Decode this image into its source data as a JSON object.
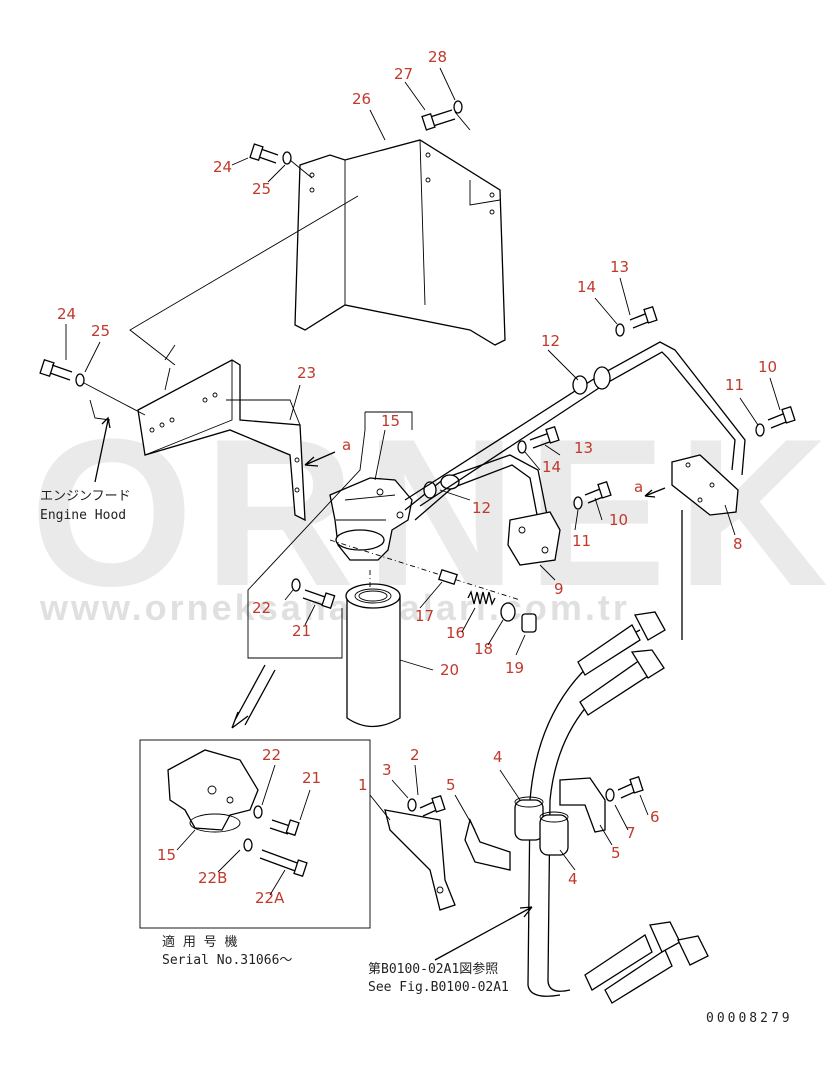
{
  "labels": {
    "p1": "1",
    "p2": "2",
    "p3": "3",
    "p4a": "4",
    "p4b": "4",
    "p5a": "5",
    "p5b": "5",
    "p6": "6",
    "p7": "7",
    "p8": "8",
    "p9": "9",
    "p10a": "10",
    "p10b": "10",
    "p11a": "11",
    "p11b": "11",
    "p12a": "12",
    "p12b": "12",
    "p13a": "13",
    "p13b": "13",
    "p14a": "14",
    "p14b": "14",
    "p15a": "15",
    "p15b": "15",
    "p16": "16",
    "p17": "17",
    "p18": "18",
    "p19": "19",
    "p20": "20",
    "p21a": "21",
    "p21b": "21",
    "p22a": "22",
    "p22b": "22",
    "p22A": "22A",
    "p22B": "22B",
    "p23": "23",
    "p24a": "24",
    "p24b": "24",
    "p25a": "25",
    "p25b": "25",
    "p26": "26",
    "p27": "27",
    "p28": "28",
    "view_a1": "a",
    "view_a2": "a"
  },
  "notes": {
    "engine_hood_jp": "エンジンフード",
    "engine_hood_en": "Engine Hood",
    "serial_jp": "適 用 号 機",
    "serial_en": "Serial No.31066～",
    "see_fig_jp": "第B0100-02A1図参照",
    "see_fig_en": "See Fig.B0100-02A1",
    "drawing_no": "00008279"
  },
  "watermark": {
    "brand": "ORNEK",
    "url": "www.orneksanakbalari.com.tr"
  }
}
